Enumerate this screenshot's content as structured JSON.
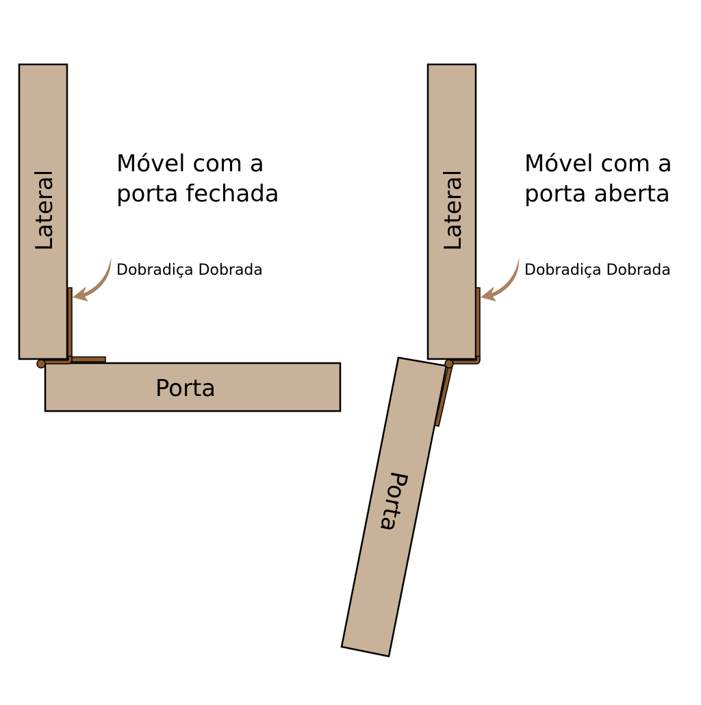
{
  "colors": {
    "wood": "#c8b29a",
    "hinge": "#8b5a2b",
    "arrow": "#a98260",
    "stroke": "#000000",
    "background": "#ffffff"
  },
  "closed": {
    "title_line1": "Móvel com a",
    "title_line2": "porta fechada",
    "side_label": "Lateral",
    "door_label": "Porta",
    "hinge_label": "Dobradiça Dobrada"
  },
  "open": {
    "title_line1": "Móvel com a",
    "title_line2": "porta aberta",
    "side_label": "Lateral",
    "door_label": "Porta",
    "hinge_label": "Dobradiça Dobrada"
  },
  "icons": {
    "hinge_arrow": "curved-arrow-icon",
    "hinge_pin": "hinge-pin-icon"
  }
}
